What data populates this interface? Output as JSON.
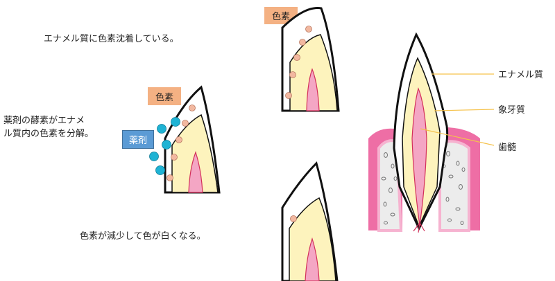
{
  "captions": {
    "stain": "エナメル質に色素沈着している。",
    "enzyme_line1": "薬剤の酵素がエナメ",
    "enzyme_line2": "ル質内の色素を分解。",
    "result": "色素が減少して色が白くなる。"
  },
  "tags": {
    "pigment_top": "色素",
    "pigment_mid": "色素",
    "drug": "薬剤"
  },
  "anatomy": {
    "enamel": "エナメル質",
    "dentin": "象牙質",
    "pulp": "歯髄"
  },
  "colors": {
    "pigment_tag": "#f4b183",
    "drug_tag": "#5b9bd5",
    "pigment_dot": "#f2b8a0",
    "drug_dot": "#1fb3d4",
    "dentin": "#fdf3bd",
    "pulp": "#f4a6c4",
    "gum": "#ee6ea5",
    "leader_line": "#f5c24b"
  }
}
